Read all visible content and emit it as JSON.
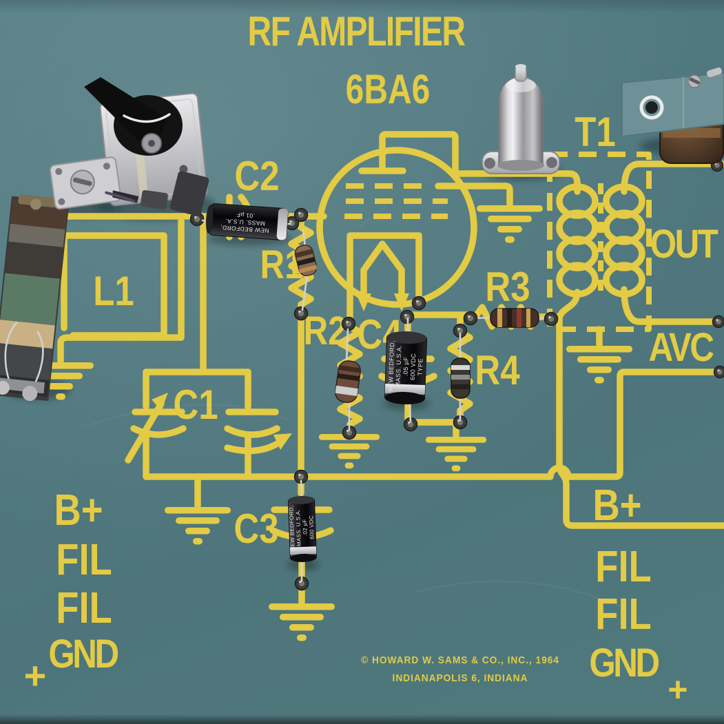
{
  "colors": {
    "board_teal": "#4f777d",
    "silkscreen_yellow": "#e3cb45",
    "capacitor_black": "#1a1a1e",
    "chrome_silver": "#cccccf"
  },
  "title": {
    "line1": "RF AMPLIFIER",
    "tube_type": "6BA6"
  },
  "labels": {
    "l1": "L1",
    "c1": "C1",
    "c2": "C2",
    "c3": "C3",
    "c4": "C4",
    "r1": "R1",
    "r2": "R2",
    "r3": "R3",
    "r4": "R4",
    "t1": "T1",
    "out": "OUT",
    "avc": "AVC"
  },
  "terminals": {
    "left": {
      "b_plus": "B+",
      "fil_1": "FIL",
      "fil_2": "FIL",
      "gnd": "GND",
      "corner_mark": "+"
    },
    "right": {
      "b_plus": "B+",
      "fil_1": "FIL",
      "fil_2": "FIL",
      "gnd": "GND",
      "corner_mark": "+"
    }
  },
  "footer": {
    "copyright": "© HOWARD W. SAMS & CO., INC., 1964",
    "address": "INDIANAPOLIS 6, INDIANA"
  },
  "component_markings": {
    "c2": {
      "line1": "NEW BEDFORD,",
      "line2": "MASS.  U.S.A.",
      "line3": ".01  µF"
    },
    "c3": {
      "line1": "NEW BEDFORD,",
      "line2": "MASS. U.S.A.",
      "line3": ".02  µF",
      "line4": "600 VDC"
    },
    "c4": {
      "line1": "NEW BEDFORD,",
      "line2": "MASS. U.S.A.",
      "line3": ".05  µF",
      "line4": "600 VDC",
      "line5": "TYPE"
    }
  }
}
